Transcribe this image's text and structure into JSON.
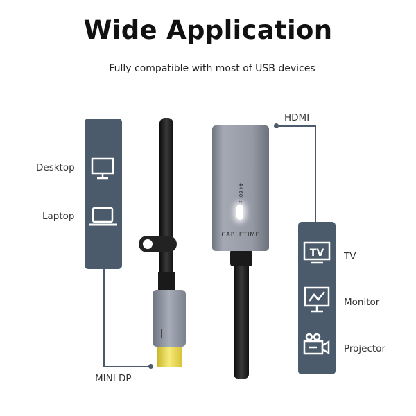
{
  "title": "Wide Application",
  "subtitle": "Fully compatible with most of USB devices",
  "sources": [
    {
      "label": "Desktop",
      "icon": "desktop-icon"
    },
    {
      "label": "Laptop",
      "icon": "laptop-icon"
    }
  ],
  "targets": [
    {
      "label": "TV",
      "icon": "tv-icon"
    },
    {
      "label": "Monitor",
      "icon": "monitor-icon"
    },
    {
      "label": "Projector",
      "icon": "projector-icon"
    }
  ],
  "ports": {
    "input": "MINI DP",
    "output": "HDMI"
  },
  "product": {
    "brand": "CABLETIME",
    "badge": "4K 60Hz"
  },
  "colors": {
    "panel": "#4b5b6b",
    "adapter": "#8a909c",
    "cable": "#1c1c1c",
    "gold": "#e8d24a"
  }
}
